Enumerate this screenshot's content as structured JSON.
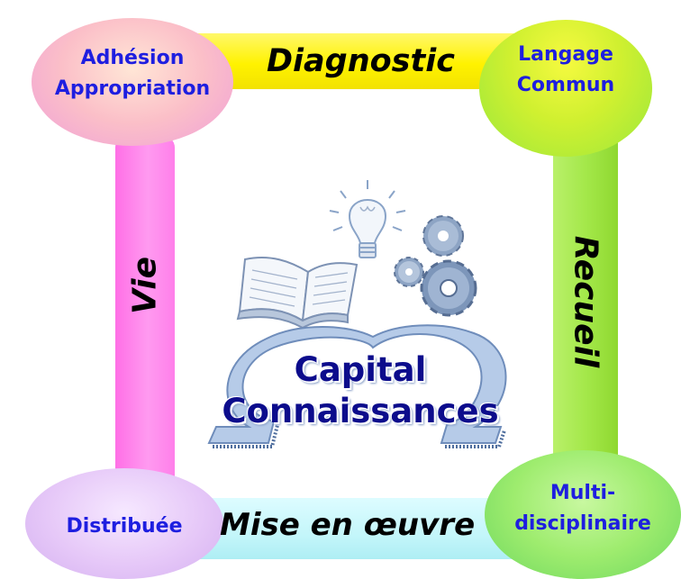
{
  "corners": {
    "top_left": {
      "line1": "Adhésion",
      "line2": "Appropriation"
    },
    "top_right": {
      "line1": "Langage",
      "line2": "Commun"
    },
    "bottom_left": {
      "line1": "Distribuée"
    },
    "bottom_right": {
      "line1": "Multi-",
      "line2": "disciplinaire"
    }
  },
  "sides": {
    "top": "Diagnostic",
    "right": "Recueil",
    "bottom": "Mise en œuvre",
    "left": "Vie"
  },
  "center": {
    "line1": "Capital",
    "line2": "Connaissances"
  },
  "icons": [
    "lightbulb-icon",
    "open-book-icon",
    "gears-icon",
    "omega-icon"
  ],
  "colors": {
    "top_bar": "#FFF200",
    "right_bar": "#A4E84A",
    "bottom_bar": "#C4F6FA",
    "left_bar": "#FF88EE",
    "corner_text": "#1E1EE0",
    "center_text": "#0C0C8C"
  }
}
